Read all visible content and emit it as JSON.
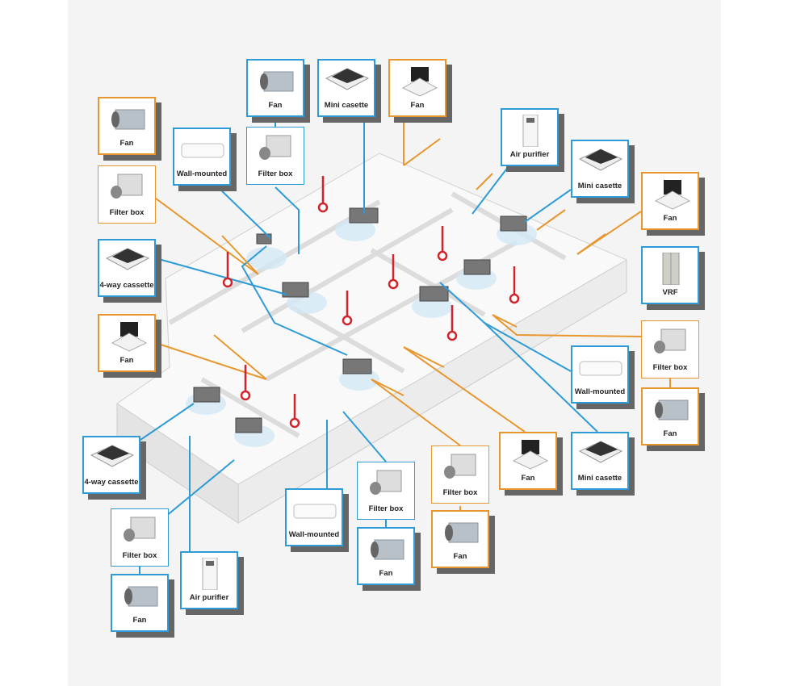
{
  "colors": {
    "supply": "#2e9bd6",
    "exhaust": "#e8962e",
    "return": "#d2232a",
    "panel": "#f4f4f4"
  },
  "boxes": [
    {
      "label": "Fan",
      "type": "duct-fan",
      "color": "orange"
    },
    {
      "label": "Filter box",
      "type": "filter-box",
      "color": "orange"
    },
    {
      "label": "Wall-mounted",
      "type": "wall-mounted",
      "color": "blue"
    },
    {
      "label": "Fan",
      "type": "duct-fan",
      "color": "blue"
    },
    {
      "label": "Filter box",
      "type": "filter-box",
      "color": "blue"
    },
    {
      "label": "Mini casette",
      "type": "cassette",
      "color": "blue"
    },
    {
      "label": "Fan",
      "type": "ceiling-fan",
      "color": "orange"
    },
    {
      "label": "Air purifier",
      "type": "air-purifier",
      "color": "blue"
    },
    {
      "label": "Mini casette",
      "type": "cassette",
      "color": "blue"
    },
    {
      "label": "Fan",
      "type": "ceiling-fan",
      "color": "orange"
    },
    {
      "label": "VRF",
      "type": "vrf",
      "color": "blue"
    },
    {
      "label": "Filter box",
      "type": "filter-box",
      "color": "orange"
    },
    {
      "label": "Fan",
      "type": "duct-fan",
      "color": "orange"
    },
    {
      "label": "4-way cassette",
      "type": "cassette",
      "color": "blue"
    },
    {
      "label": "Fan",
      "type": "ceiling-fan",
      "color": "orange"
    },
    {
      "label": "Wall-mounted",
      "type": "wall-mounted",
      "color": "blue"
    },
    {
      "label": "Fan",
      "type": "ceiling-fan",
      "color": "orange"
    },
    {
      "label": "Mini casette",
      "type": "cassette",
      "color": "blue"
    },
    {
      "label": "Filter box",
      "type": "filter-box",
      "color": "orange"
    },
    {
      "label": "Fan",
      "type": "duct-fan",
      "color": "orange"
    },
    {
      "label": "Filter box",
      "type": "filter-box",
      "color": "blue"
    },
    {
      "label": "Fan",
      "type": "duct-fan",
      "color": "blue"
    },
    {
      "label": "Wall-mounted",
      "type": "wall-mounted",
      "color": "blue"
    },
    {
      "label": "4-way cassette",
      "type": "cassette",
      "color": "blue"
    },
    {
      "label": "Filter box",
      "type": "filter-box",
      "color": "blue"
    },
    {
      "label": "Fan",
      "type": "duct-fan",
      "color": "blue"
    },
    {
      "label": "Air purifier",
      "type": "air-purifier",
      "color": "blue"
    }
  ]
}
